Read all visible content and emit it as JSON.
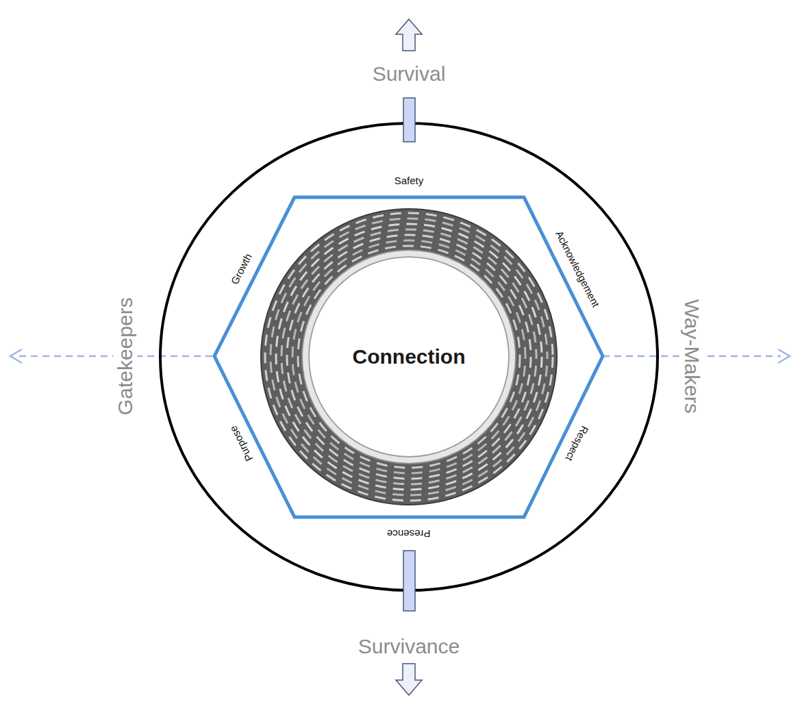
{
  "diagram": {
    "nodes": [
      {
        "text": [
          "Connection"
        ]
      }
    ],
    "labels": [
      "Survival",
      "Safety",
      "Growth",
      "Acknowledgement",
      "Gatekeepers",
      "Way-Makers",
      "Purpose",
      "Respect",
      "Presence",
      "Survivance"
    ]
  }
}
